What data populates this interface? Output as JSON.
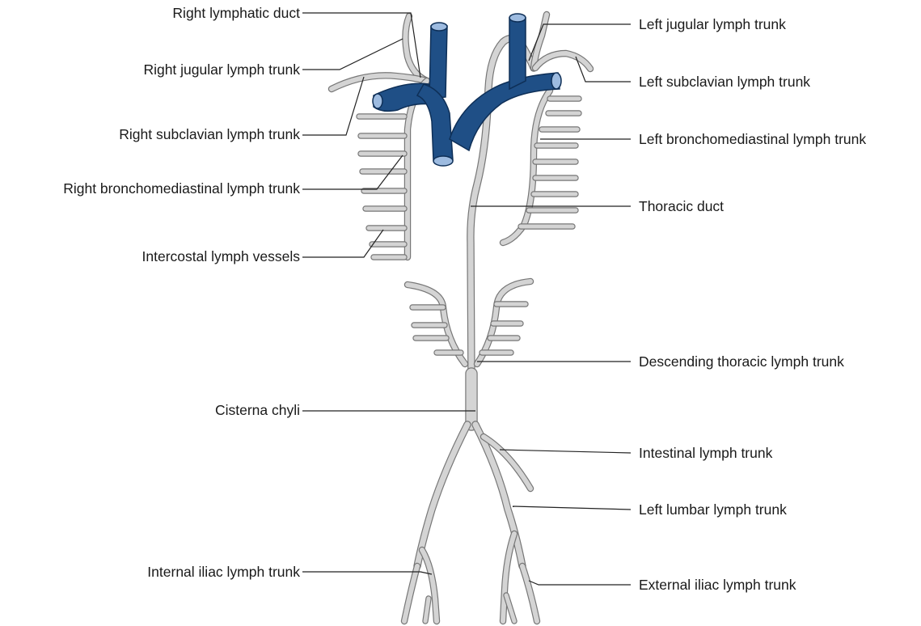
{
  "labels": {
    "right_lymphatic_duct": "Right lymphatic duct",
    "right_jugular_lymph_trunk": "Right jugular lymph trunk",
    "right_subclavian_lymph_trunk": "Right subclavian lymph trunk",
    "right_bronchomediastinal_lymph_trunk": "Right bronchomediastinal lymph trunk",
    "intercostal_lymph_vessels": "Intercostal lymph vessels",
    "cisterna_chyli": "Cisterna chyli",
    "internal_iliac_lymph_trunk": "Internal iliac lymph trunk",
    "left_jugular_lymph_trunk": "Left jugular lymph trunk",
    "left_subclavian_lymph_trunk": "Left subclavian lymph trunk",
    "left_bronchomediastinal_lymph_trunk": "Left bronchomediastinal lymph trunk",
    "thoracic_duct": "Thoracic duct",
    "descending_thoracic_lymph_trunk": "Descending thoracic lymph trunk",
    "intestinal_lymph_trunk": "Intestinal lymph trunk",
    "left_lumbar_lymph_trunk": "Left lumbar lymph trunk",
    "external_iliac_lymph_trunk": "External iliac lymph trunk"
  },
  "colors": {
    "vein": "#1f4f86",
    "vessel_fill": "#d4d4d4",
    "vessel_edge": "#777777",
    "text": "#1a1a1a"
  }
}
